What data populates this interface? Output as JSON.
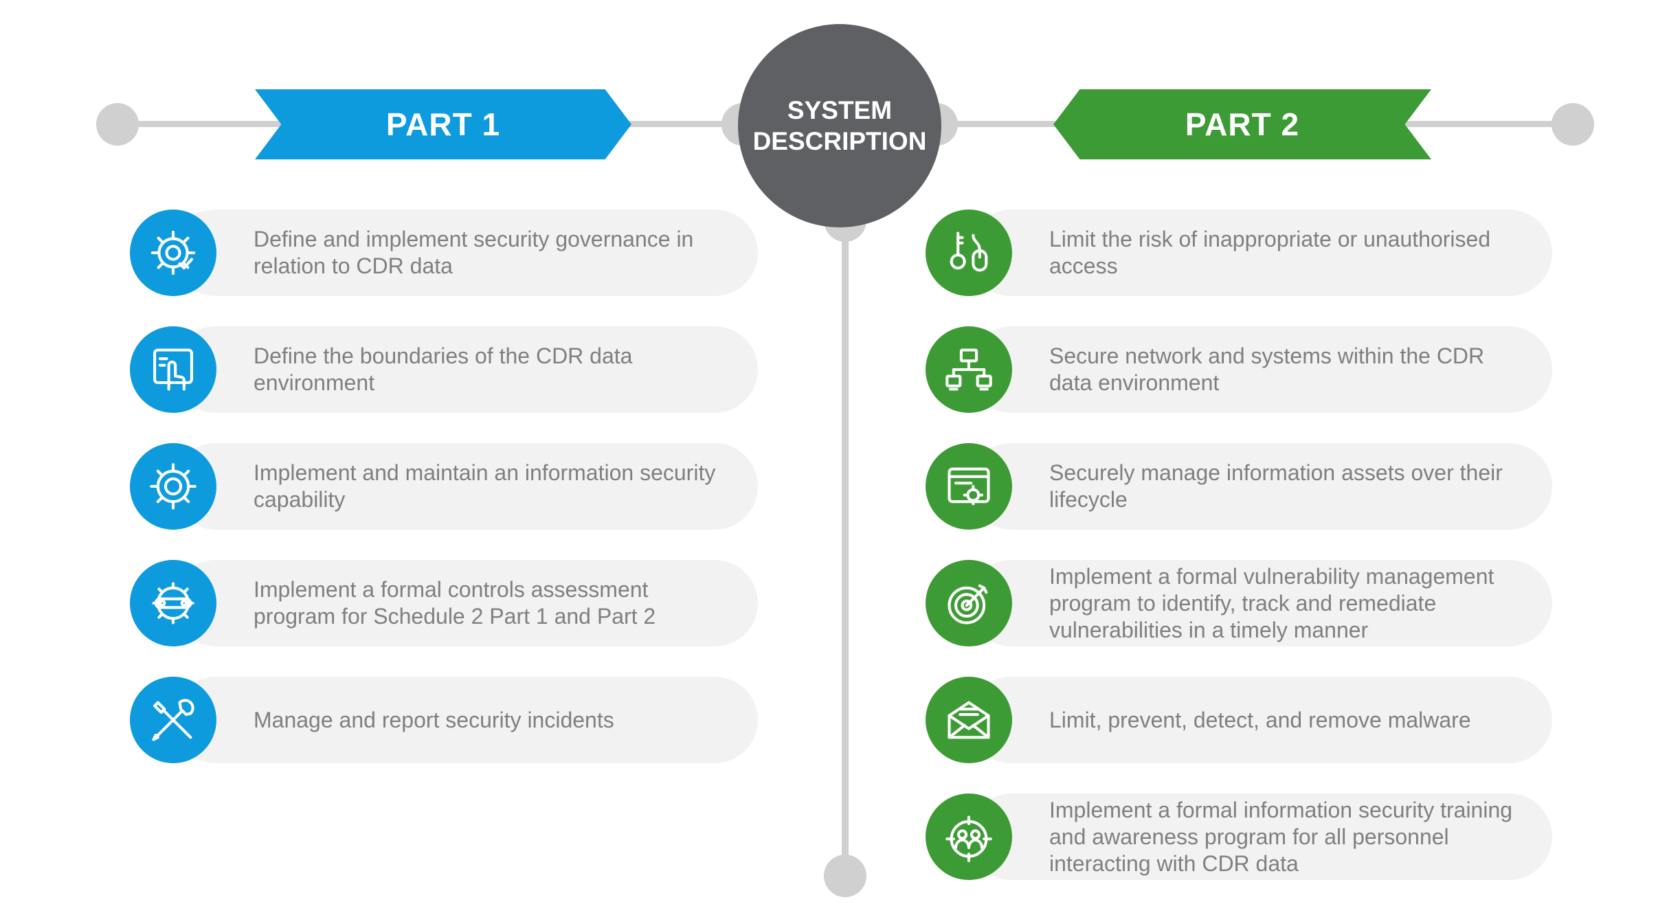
{
  "center": {
    "line1": "SYSTEM",
    "line2": "DESCRIPTION",
    "color": "#5f6064"
  },
  "part1": {
    "label": "PART 1",
    "color": "#0d9bde",
    "items": [
      {
        "icon": "gear-check-icon",
        "text": "Define and implement security governance in relation to CDR data"
      },
      {
        "icon": "touchscreen-hand-icon",
        "text": "Define the boundaries of the CDR data environment"
      },
      {
        "icon": "gears-icon",
        "text": "Implement and maintain an information security capability"
      },
      {
        "icon": "gear-wrench-icon",
        "text": "Implement a formal controls assessment program for Schedule 2 Part 1 and Part 2"
      },
      {
        "icon": "tools-icon",
        "text": "Manage and report security incidents"
      }
    ]
  },
  "part2": {
    "label": "PART 2",
    "color": "#3d9b35",
    "items": [
      {
        "icon": "key-mouse-icon",
        "text": "Limit the risk of inappropriate or unauthorised access"
      },
      {
        "icon": "network-icon",
        "text": "Secure network and systems within the CDR data environment"
      },
      {
        "icon": "browser-gear-icon",
        "text": "Securely manage information assets over their lifecycle"
      },
      {
        "icon": "target-icon",
        "text": "Implement a formal vulnerability management program to identify, track and remediate vulnerabilities in a timely manner"
      },
      {
        "icon": "envelope-icon",
        "text": "Limit, prevent, detect, and remove malware"
      },
      {
        "icon": "people-target-icon",
        "text": "Implement a formal information security training and awareness program for all personnel interacting with CDR data"
      }
    ]
  }
}
